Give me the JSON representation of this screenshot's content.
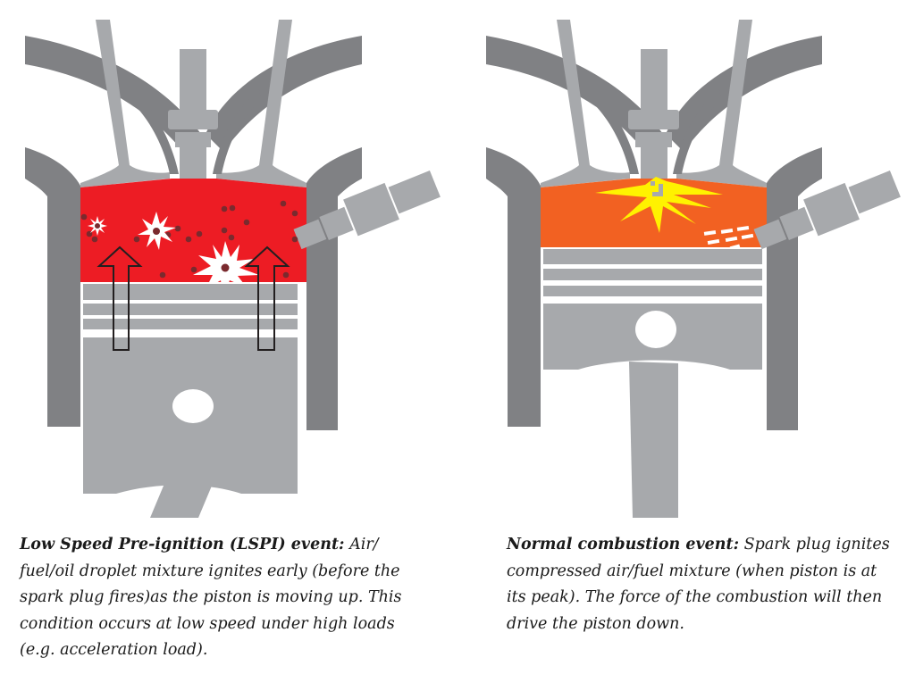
{
  "colors": {
    "head_dark": "#808184",
    "part_light": "#a7a9ac",
    "lspi_chamber": "#ed1c24",
    "normal_chamber": "#f26122",
    "flame": "#fff200",
    "droplet": "#7a2a2e",
    "arrow_stroke": "#231f20",
    "text": "#1a1a1a"
  },
  "panels": [
    {
      "id": "lspi",
      "chamber_state": "pre-ignition",
      "caption_title": "Low Speed Pre-ignition (LSPI) event:",
      "caption_body": " Air/ fuel/oil droplet mixture ignites early (before the spark plug fires)as the piston is moving up. This condition occurs at low speed under high loads (e.g. acceleration load).",
      "piston_direction": "up"
    },
    {
      "id": "normal",
      "chamber_state": "normal-combustion",
      "caption_title": "Normal combustion event:",
      "caption_body": " Spark plug ignites compressed air/fuel mixture (when piston is at its peak). The force of the combustion will then drive the piston down.",
      "piston_direction": "down"
    }
  ]
}
